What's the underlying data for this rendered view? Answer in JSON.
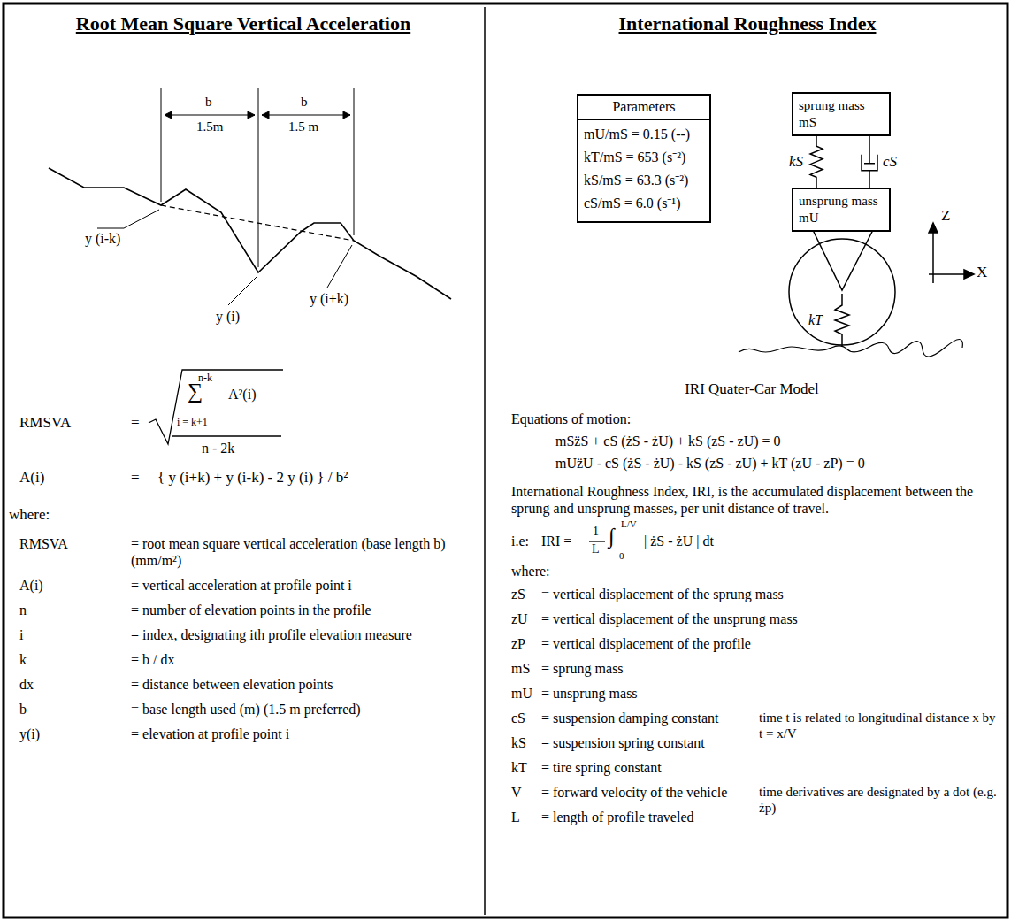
{
  "diagram": {
    "nodes": [
      {
        "text": [
          "Parameters",
          "mU/mS = 0.15 (--)",
          "kT/mS = 653 (s⁻²)",
          "kS/mS = 63.3 (s⁻²)",
          "cS/mS = 6.0 (s⁻¹)"
        ]
      },
      {
        "text": [
          "sprung mass mS"
        ]
      },
      {
        "text": [
          "unsprung mass mU"
        ]
      }
    ],
    "edges": [
      {
        "from": 1,
        "to": 2,
        "arrow": "none",
        "label": "kS"
      },
      {
        "from": 1,
        "to": 2,
        "arrow": "none",
        "label": "cS"
      }
    ],
    "labels": [
      "Root Mean Square Vertical Acceleration",
      "b",
      "1.5m",
      "b",
      "1.5 m",
      "y (i-k)",
      "y (i)",
      "y (i+k)",
      "RMSVA",
      "=",
      "n-k",
      "∑",
      "A²(i)",
      "i = k+1",
      "n - 2k",
      "A(i)",
      "=",
      "{ y (i+k) + y (i-k) - 2 y (i) } / b²",
      "where:",
      "RMSVA",
      "= root mean square vertical acceleration (base length b) (mm/m²)",
      "A(i)",
      "= vertical acceleration at profile point i",
      "n",
      "= number of elevation points in the profile",
      "i",
      "= index, designating ith profile elevation measure",
      "k",
      "= b / dx",
      "dx",
      "= distance between elevation points",
      "b",
      "= base length used (m) (1.5 m preferred)",
      "y(i)",
      "= elevation at profile point i",
      "International Roughness Index",
      "Z",
      "X",
      "kT",
      "IRI Quater-Car Model",
      "Equations of motion:",
      "mSz̈S + cS (żS - żU) + kS (zS - zU) = 0",
      "mUz̈U - cS (żS - żU) - kS (zS - zU) + kT (zU - zP) = 0",
      "International Roughness Index, IRI, is the accumulated displacement between the sprung and unsprung masses, per unit distance of travel.",
      "i.e:",
      "IRI =",
      "1",
      "L",
      "∫",
      "L/V",
      "0",
      "| żS - żU | dt",
      "where:",
      "zS",
      "= vertical displacement of the sprung mass",
      "zU",
      "= vertical displacement of the unsprung mass",
      "zP",
      "= vertical displacement of the profile",
      "mS",
      "= sprung mass",
      "mU",
      "= unsprung mass",
      "cS",
      "= suspension damping constant",
      "kS",
      "= suspension spring constant",
      "kT",
      "= tire spring constant",
      "V",
      "= forward velocity of the vehicle",
      "L",
      "= length of profile traveled",
      "time t is related to longitudinal distance x by t = x/V",
      "time derivatives are designated by a dot (e.g. żp)"
    ]
  }
}
